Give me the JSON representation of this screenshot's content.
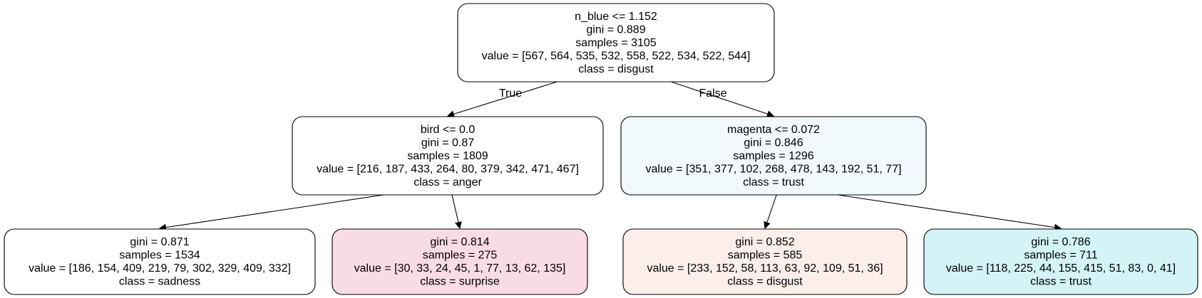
{
  "tree": {
    "nodes": [
      {
        "id": "root",
        "lines": [
          "n_blue <= 1.152",
          "gini = 0.889",
          "samples = 3105",
          "value = [567, 564, 535, 532, 558, 522, 534, 522, 544]",
          "class = disgust"
        ],
        "fill": "#ffffff"
      },
      {
        "id": "left",
        "lines": [
          "bird <= 0.0",
          "gini = 0.87",
          "samples = 1809",
          "value = [216, 187, 433, 264, 80, 379, 342, 471, 467]",
          "class = anger"
        ],
        "fill": "#ffffff"
      },
      {
        "id": "right",
        "lines": [
          "magenta <= 0.072",
          "gini = 0.846",
          "samples = 1296",
          "value = [351, 377, 102, 268, 478, 143, 192, 51, 77]",
          "class = trust"
        ],
        "fill": "#f1f9fc"
      },
      {
        "id": "ll",
        "lines": [
          "gini = 0.871",
          "samples = 1534",
          "value = [186, 154, 409, 219, 79, 302, 329, 409, 332]",
          "class = sadness"
        ],
        "fill": "#ffffff"
      },
      {
        "id": "lr",
        "lines": [
          "gini = 0.814",
          "samples = 275",
          "value = [30, 33, 24, 45, 1, 77, 13, 62, 135]",
          "class = surprise"
        ],
        "fill": "#f8dbe4"
      },
      {
        "id": "rl",
        "lines": [
          "gini = 0.852",
          "samples = 585",
          "value = [233, 152, 58, 113, 63, 92, 109, 51, 36]",
          "class = disgust"
        ],
        "fill": "#fcefea"
      },
      {
        "id": "rr",
        "lines": [
          "gini = 0.786",
          "samples = 711",
          "value = [118, 225, 44, 155, 415, 51, 83, 0, 41]",
          "class = trust"
        ],
        "fill": "#d3f3f7"
      }
    ],
    "edges": [
      {
        "from": "root",
        "to": "left",
        "label": "True"
      },
      {
        "from": "root",
        "to": "right",
        "label": "False"
      },
      {
        "from": "left",
        "to": "ll",
        "label": ""
      },
      {
        "from": "left",
        "to": "lr",
        "label": ""
      },
      {
        "from": "right",
        "to": "rl",
        "label": ""
      },
      {
        "from": "right",
        "to": "rr",
        "label": ""
      }
    ]
  }
}
